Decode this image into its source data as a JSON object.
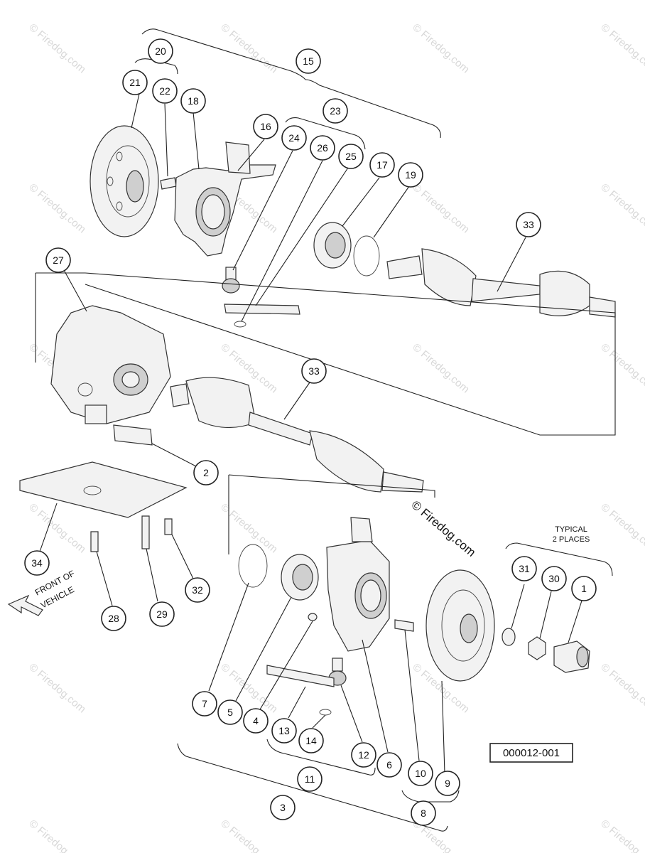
{
  "watermark": "© Firedog.com",
  "watermark_center": "© Firedog.com",
  "figure_id": "000012-001",
  "typical_note": [
    "TYPICAL",
    "2 PLACES"
  ],
  "front_of_vehicle": [
    "FRONT OF",
    "VEHICLE"
  ],
  "callouts": [
    "1",
    "2",
    "3",
    "4",
    "5",
    "6",
    "7",
    "8",
    "9",
    "10",
    "11",
    "12",
    "13",
    "14",
    "15",
    "16",
    "17",
    "18",
    "19",
    "20",
    "21",
    "22",
    "23",
    "24",
    "25",
    "26",
    "27",
    "28",
    "29",
    "30",
    "31",
    "32",
    "33",
    "34"
  ]
}
